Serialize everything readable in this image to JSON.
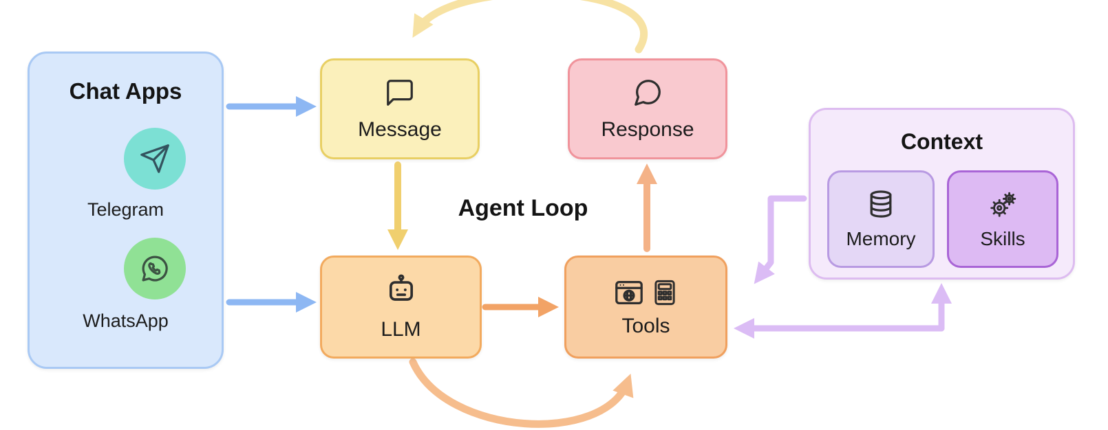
{
  "title": "Agent Loop",
  "chat_apps": {
    "title": "Chat Apps",
    "items": [
      {
        "label": "Telegram",
        "icon": "telegram-icon",
        "circle_color": "#7ce0d4"
      },
      {
        "label": "WhatsApp",
        "icon": "whatsapp-icon",
        "circle_color": "#90e195"
      }
    ]
  },
  "nodes": {
    "message": {
      "label": "Message",
      "icon": "speech-bubble-square-icon",
      "fill": "#fbf0bb",
      "border": "#e8cf63"
    },
    "response": {
      "label": "Response",
      "icon": "speech-bubble-round-icon",
      "fill": "#f9c9cf",
      "border": "#f0939b"
    },
    "llm": {
      "label": "LLM",
      "icon": "robot-icon",
      "fill": "#fcd9a8",
      "border": "#f2aa5e"
    },
    "tools": {
      "label": "Tools",
      "icon": "browser-and-calculator-icon",
      "fill": "#f9cda2",
      "border": "#f0a05e"
    }
  },
  "context": {
    "title": "Context",
    "fill": "#f5eafb",
    "border": "#ddbcf0",
    "items": [
      {
        "label": "Memory",
        "icon": "database-icon",
        "fill": "#e4d7f6",
        "border": "#b89ae2"
      },
      {
        "label": "Skills",
        "icon": "gears-icon",
        "fill": "#ddbaf3",
        "border": "#a964d6"
      }
    ]
  },
  "arrows": [
    {
      "name": "chat-apps-to-message",
      "from": "chat-apps",
      "to": "message",
      "color": "#8db7f3",
      "style": "straight"
    },
    {
      "name": "chat-apps-to-llm",
      "from": "chat-apps",
      "to": "llm",
      "color": "#8db7f3",
      "style": "straight"
    },
    {
      "name": "message-to-llm",
      "from": "message",
      "to": "llm",
      "color": "#f0cf6e",
      "style": "straight"
    },
    {
      "name": "response-to-message-loop",
      "from": "response",
      "to": "message",
      "color": "#f7e2a3",
      "style": "curved"
    },
    {
      "name": "llm-to-tools",
      "from": "llm",
      "to": "tools",
      "color": "#f2a366",
      "style": "straight"
    },
    {
      "name": "llm-to-tools-loop",
      "from": "llm",
      "to": "tools",
      "color": "#f6bd8d",
      "style": "curved"
    },
    {
      "name": "tools-to-response",
      "from": "tools",
      "to": "response",
      "color": "#f4b287",
      "style": "straight"
    },
    {
      "name": "context-to-tools",
      "from": "context",
      "to": "tools",
      "color": "#dbbcf5",
      "style": "elbow"
    },
    {
      "name": "tools-context-exchange",
      "from": "tools",
      "to": "context",
      "color": "#dbbcf5",
      "style": "elbow",
      "bidirectional": true
    }
  ]
}
